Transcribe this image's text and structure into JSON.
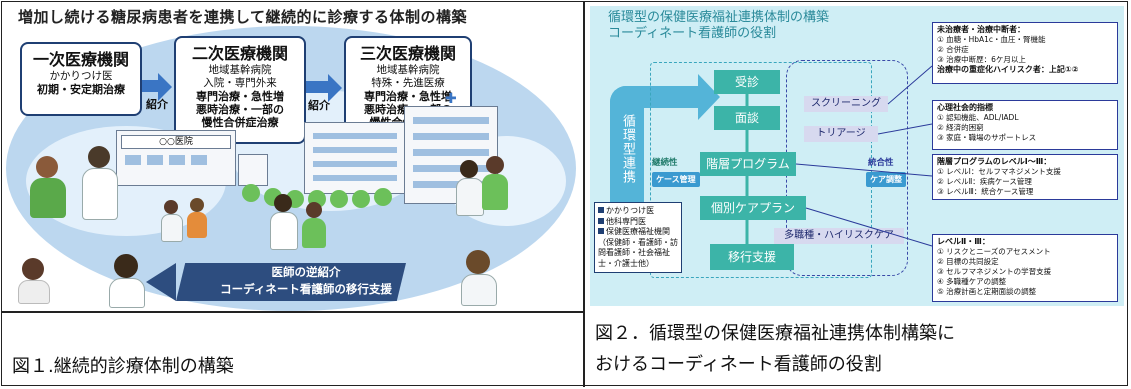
{
  "figure1": {
    "title": "増加し続ける糖尿病患者を連携して継続的に診療する体制の構築",
    "primary": {
      "heading": "一次医療機関",
      "line1": "かかりつけ医",
      "line2": "初期・安定期治療"
    },
    "secondary": {
      "heading": "二次医療機関",
      "line1": "地域基幹病院",
      "line2": "入院・専門外来",
      "line3": "専門治療・急性増",
      "line4": "悪時治療・一部の",
      "line5": "慢性合併症治療"
    },
    "tertiary": {
      "heading": "三次医療機関",
      "line1": "地域基幹病院",
      "line2": "特殊・先進医療",
      "line3": "専門治療・急性増",
      "line4": "悪時治療・一部の",
      "line5": "慢性合併症治療"
    },
    "referral1": "紹介",
    "referral2": "紹介",
    "clinic_sign": "○○医院",
    "reverse_line1": "医師の逆紹介",
    "reverse_line2": "コーディネート看護師の移行支援",
    "caption": "図１.継続的診療体制の構築"
  },
  "figure2": {
    "title_line1": "循環型の保健医療福祉連携体制の構築",
    "title_line2": "コーディネート看護師の役割",
    "loop_label": "循環型連携",
    "continuity": "継続性",
    "case_mgmt": "ケース管理",
    "integration": "統合性",
    "care_adjust": "ケア調整",
    "steps": [
      "受診",
      "面談",
      "階層プログラム",
      "個別ケアプラン",
      "移行支援"
    ],
    "screening": "スクリーニング",
    "triage": "トリアージ",
    "multi": "多職種・ハイリスクケア",
    "left_items": [
      "かかりつけ医",
      "他科専門医",
      "保健医療福祉機関（保健師・看護師・訪問看護師・社会福祉士・介護士他）"
    ],
    "note1": {
      "head": "未治療者・治療中断者：",
      "items": [
        "① 血糖・HbA1c・血圧・腎機能",
        "② 合併症",
        "③ 治療中断歴：6ケ月以上"
      ],
      "foot": "治療中の重症化ハイリスク者：上記①②"
    },
    "note2": {
      "head": "心理社会的指標",
      "items": [
        "① 認知機能、ADL/IADL",
        "② 経済的困窮",
        "③ 家庭・職場のサポートレス"
      ]
    },
    "note3": {
      "head": "階層プログラムのレベルⅠ～Ⅲ：",
      "items": [
        "① レベルⅠ：セルフマネジメント支援",
        "② レベルⅡ：疾病ケース管理",
        "③ レベルⅢ：統合ケース管理"
      ]
    },
    "note4": {
      "head": "レベルⅡ・Ⅲ：",
      "items": [
        "① リスクとニーズのアセスメント",
        "② 目標の共同設定",
        "③ セルフマネジメントの学習支援",
        "④ 多職種ケアの調整",
        "⑤ 治療計画と定期面談の調整"
      ]
    },
    "caption_line1": "図２．循環型の保健医療福祉連携体制構築に",
    "caption_line2": "おけるコーディネート看護師の役割"
  },
  "colors": {
    "navy": "#1f3f73",
    "teal": "#3cb4a8",
    "sky": "#bcd7ef",
    "purple_border": "#2b3a9a"
  }
}
